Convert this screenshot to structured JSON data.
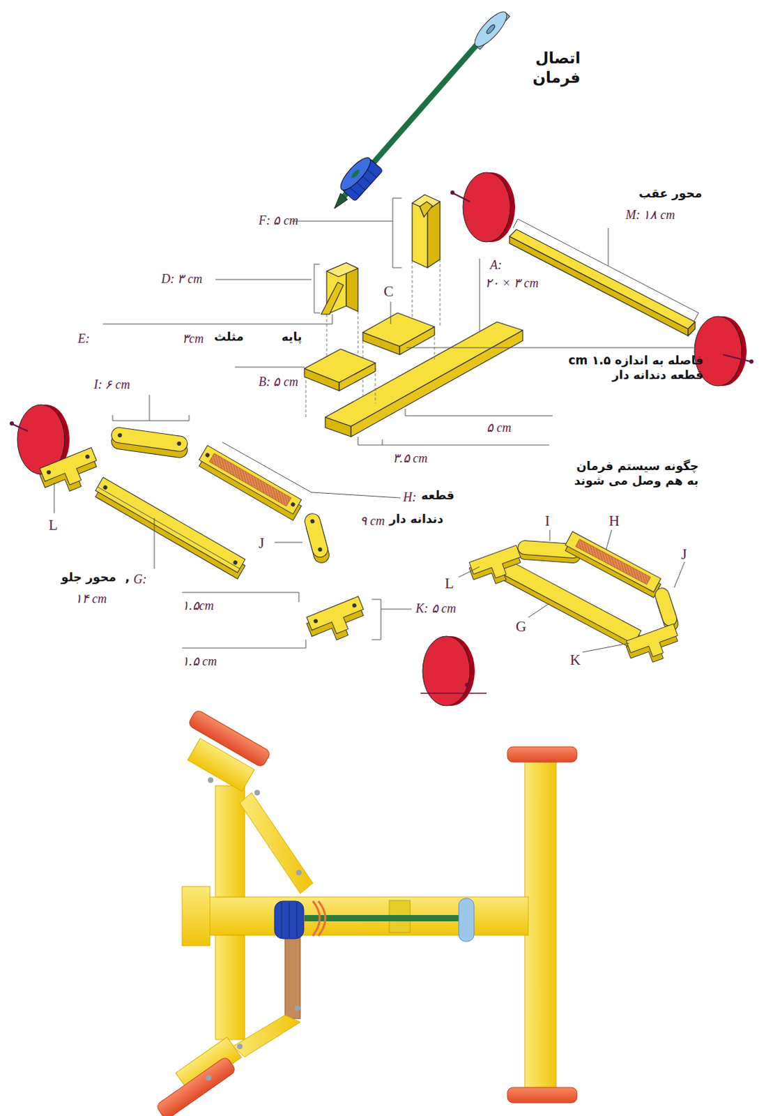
{
  "diagram": {
    "labels": [
      "اتصال فرمان",
      "محور عقب",
      "M: ۱۸ cm",
      "F: ۵ cm",
      "A:",
      "۲۰ × ۳ cm",
      "C",
      "D: ۳ cm",
      "E:",
      "۳cm",
      "مثلث",
      "پایه",
      "فاصله به اندازه ۱.۵ cm قطعه دندانه دار",
      "B: ۵ cm",
      "I: ۶ cm",
      "۵ cm",
      "۳.۵ cm",
      "چگونه سیستم فرمان به هم وصل می شوند",
      "H:",
      "قطعه",
      "L",
      "۹ cm",
      "دندانه دار",
      "J",
      "I",
      "H",
      "J",
      "L",
      "G:",
      ",",
      "محور جلو",
      "۱۴ cm",
      "G",
      "۱.۵cm",
      "K: ۵ cm",
      "K",
      "۱.۵ cm"
    ]
  }
}
